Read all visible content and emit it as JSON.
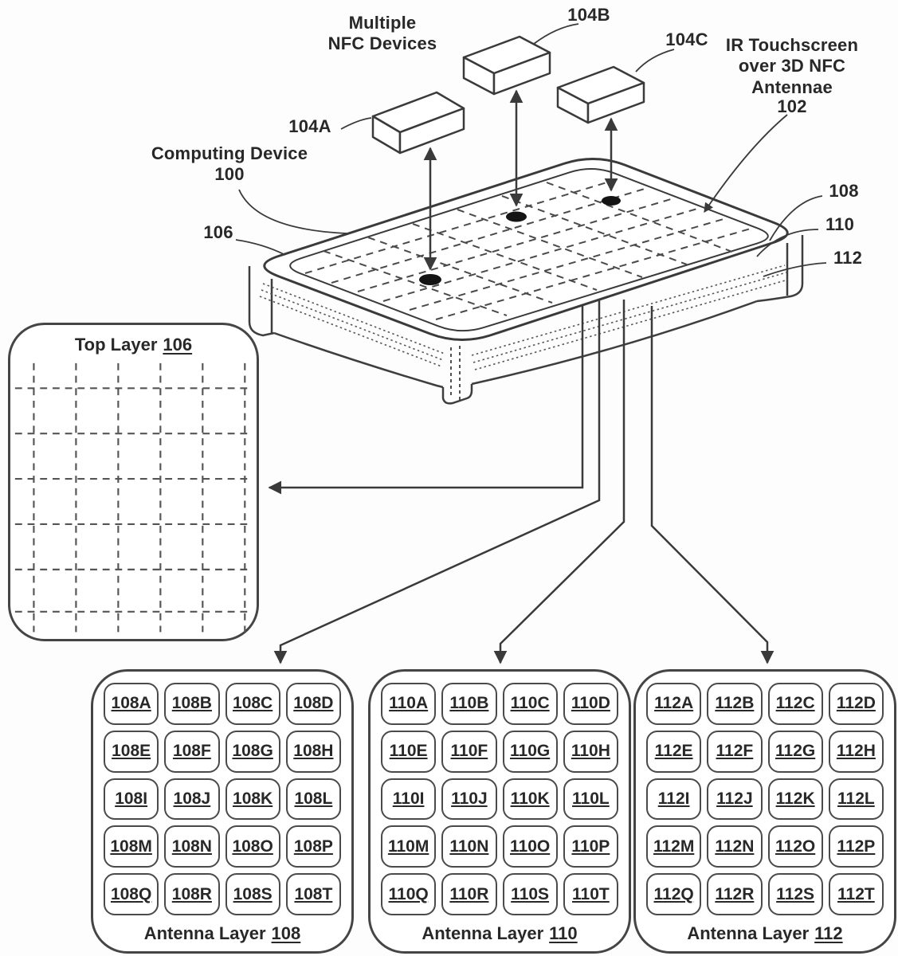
{
  "figure": {
    "labels": {
      "multiple_nfc": {
        "l1": "Multiple",
        "l2": "NFC Devices"
      },
      "ref_104a": "104A",
      "ref_104b": "104B",
      "ref_104c": "104C",
      "ir_touchscreen": {
        "l1": "IR Touchscreen",
        "l2": "over 3D NFC",
        "l3": "Antennae"
      },
      "ref_102": "102",
      "computing_device": "Computing Device",
      "ref_100": "100",
      "ref_106": "106",
      "ref_108": "108",
      "ref_110": "110",
      "ref_112": "112"
    },
    "top_layer_panel": {
      "title": "Top Layer",
      "ref": "106"
    },
    "antenna_panels": [
      {
        "title": "Antenna Layer",
        "ref": "108",
        "cells": [
          "108A",
          "108B",
          "108C",
          "108D",
          "108E",
          "108F",
          "108G",
          "108H",
          "108I",
          "108J",
          "108K",
          "108L",
          "108M",
          "108N",
          "108O",
          "108P",
          "108Q",
          "108R",
          "108S",
          "108T"
        ]
      },
      {
        "title": "Antenna Layer",
        "ref": "110",
        "cells": [
          "110A",
          "110B",
          "110C",
          "110D",
          "110E",
          "110F",
          "110G",
          "110H",
          "110I",
          "110J",
          "110K",
          "110L",
          "110M",
          "110N",
          "110O",
          "110P",
          "110Q",
          "110R",
          "110S",
          "110T"
        ]
      },
      {
        "title": "Antenna Layer",
        "ref": "112",
        "cells": [
          "112A",
          "112B",
          "112C",
          "112D",
          "112E",
          "112F",
          "112G",
          "112H",
          "112I",
          "112J",
          "112K",
          "112L",
          "112M",
          "112N",
          "112O",
          "112P",
          "112Q",
          "112R",
          "112S",
          "112T"
        ]
      }
    ]
  }
}
